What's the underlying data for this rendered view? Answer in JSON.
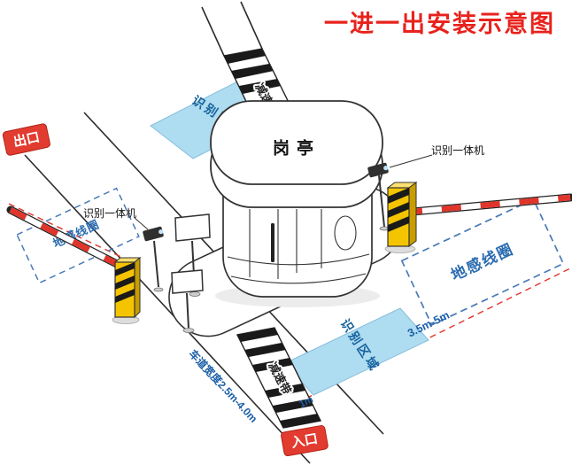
{
  "title": {
    "text": "一进一出安装示意图"
  },
  "badges": {
    "exit": "出口",
    "entrance": "入口"
  },
  "booth": {
    "label": "岗亭"
  },
  "zones": {
    "recognition_top": "识别区域",
    "recognition_bottom": "识别区域",
    "speed_bump_top": "减速带",
    "speed_bump_bottom": "减速带",
    "coil_left": "地感线圈",
    "coil_right": "地感线圈"
  },
  "devices": {
    "reader_left": "识别一体机",
    "reader_right": "识别一体机"
  },
  "measurements": {
    "coil_distance": "3.5m-5m",
    "lane_width": "车道宽度2.5m-4.0m",
    "gap": "1m"
  },
  "colors": {
    "title_red": "#e8221c",
    "badge_red": "#e23b30",
    "zone_blue": "#aedcf0",
    "zone_text_blue": "#17629e",
    "measure_blue": "#1b5fa8",
    "coil_blue": "#4a7ab8",
    "dash_red": "#e0352b",
    "barrier_yellow": "#f5c400",
    "stripe_black": "#1a1a1a"
  }
}
